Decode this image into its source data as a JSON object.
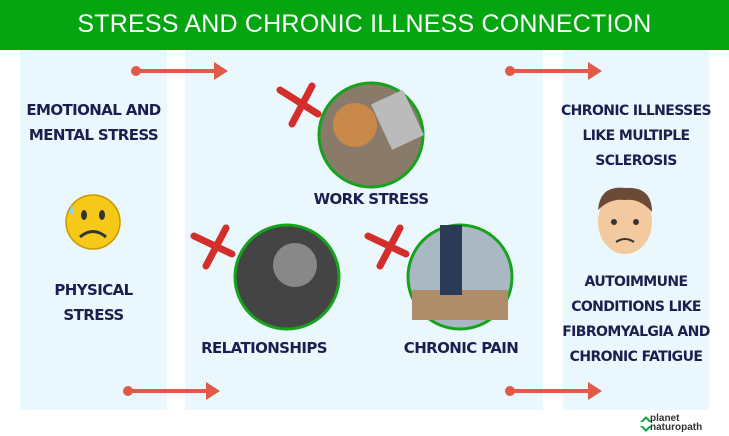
{
  "title": "STRESS AND CHRONIC ILLNESS CONNECTION",
  "left": {
    "emotional": "EMOTIONAL AND MENTAL STRESS",
    "physical": "PHYSICAL STRESS"
  },
  "middle": {
    "work": "WORK STRESS",
    "relationships": "RELATIONSHIPS",
    "pain": "CHRONIC PAIN"
  },
  "right": {
    "ms": "CHRONIC ILLNESSES LIKE MULTIPLE SCLEROSIS",
    "auto": "AUTOIMMUNE CONDITIONS LIKE FIBROMYALGIA AND CHRONIC FATIGUE"
  },
  "logo": {
    "line1": "planet",
    "line2": "naturopath"
  },
  "colors": {
    "header": "#04a510",
    "panel": "#eaf7fc",
    "arrow": "#e05a48",
    "text": "#1a1f4f"
  }
}
